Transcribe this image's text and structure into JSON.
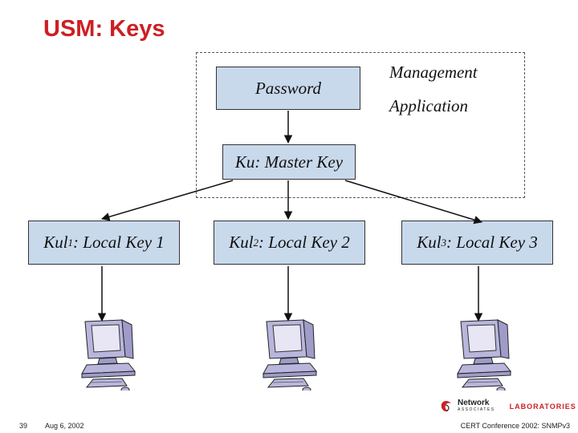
{
  "slide": {
    "title": "USM: Keys",
    "page_number": "39",
    "date": "Aug 6, 2002",
    "footer_right": "CERT Conference 2002: SNMPv3"
  },
  "management_application": {
    "line1": "Management",
    "line2": "Application"
  },
  "password_box": {
    "label": "Password"
  },
  "master_key_box": {
    "label": "Ku: Master Key"
  },
  "local_keys": [
    {
      "prefix": "Kul",
      "subscript": "1",
      "suffix": ": Local Key 1"
    },
    {
      "prefix": "Kul",
      "subscript": "2",
      "suffix": ": Local Key 2"
    },
    {
      "prefix": "Kul",
      "subscript": "3",
      "suffix": ": Local Key 3"
    }
  ],
  "logo": {
    "brand": "Network",
    "brand_sub": "ASSOCIATES",
    "lab": "LABORATORIES"
  },
  "colors": {
    "title": "#cc1f24",
    "box_fill": "#c9d9ec",
    "computer": "#b9b6dd"
  },
  "icons": [
    "computer-icon",
    "network-associates-logo"
  ]
}
